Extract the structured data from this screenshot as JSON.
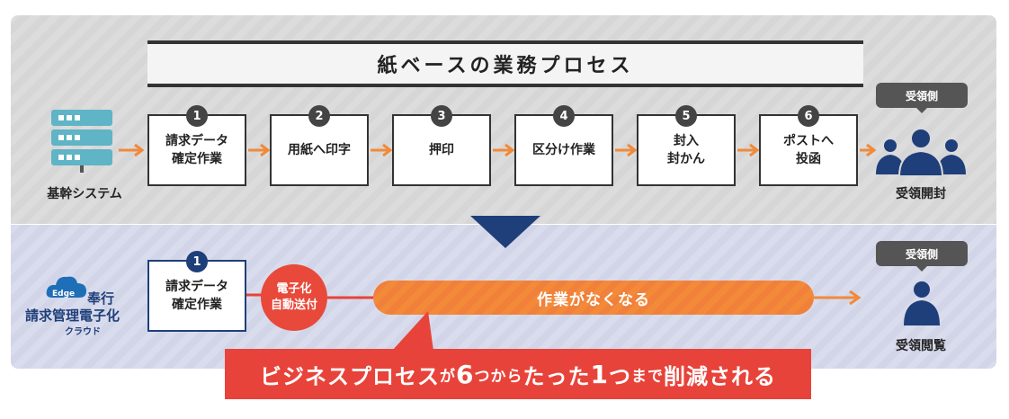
{
  "title": "紙ベースの業務プロセス",
  "source_label": "基幹システム",
  "steps": [
    {
      "num": "1",
      "label": "請求データ\n確定作業"
    },
    {
      "num": "2",
      "label": "用紙へ印字"
    },
    {
      "num": "3",
      "label": "押印"
    },
    {
      "num": "4",
      "label": "区分け作業"
    },
    {
      "num": "5",
      "label": "封入\n封かん"
    },
    {
      "num": "6",
      "label": "ポストへ\n投函"
    }
  ],
  "receiver_top": {
    "pill": "受領側",
    "label": "受領開封"
  },
  "product": {
    "edge": "Edge",
    "name1": "奉行",
    "name2": "請求管理電子化",
    "name3": "クラウド"
  },
  "new_step": {
    "num": "1",
    "label": "請求データ\n確定作業"
  },
  "auto_send": "電子化\n自動送付",
  "no_work": "作業がなくなる",
  "receiver_bottom": {
    "pill": "受領側",
    "label": "受領閲覧"
  },
  "banner": {
    "p1": "ビジネスプロセス",
    "p2": "が",
    "p3": "6",
    "p4": "つから",
    "p5": "たった",
    "p6": "1",
    "p7": "つ",
    "p8": "まで",
    "p9": "削減される"
  },
  "colors": {
    "orange": "#f08a3a",
    "red": "#e8433a",
    "navy": "#1f3f7a",
    "dark": "#333333"
  }
}
